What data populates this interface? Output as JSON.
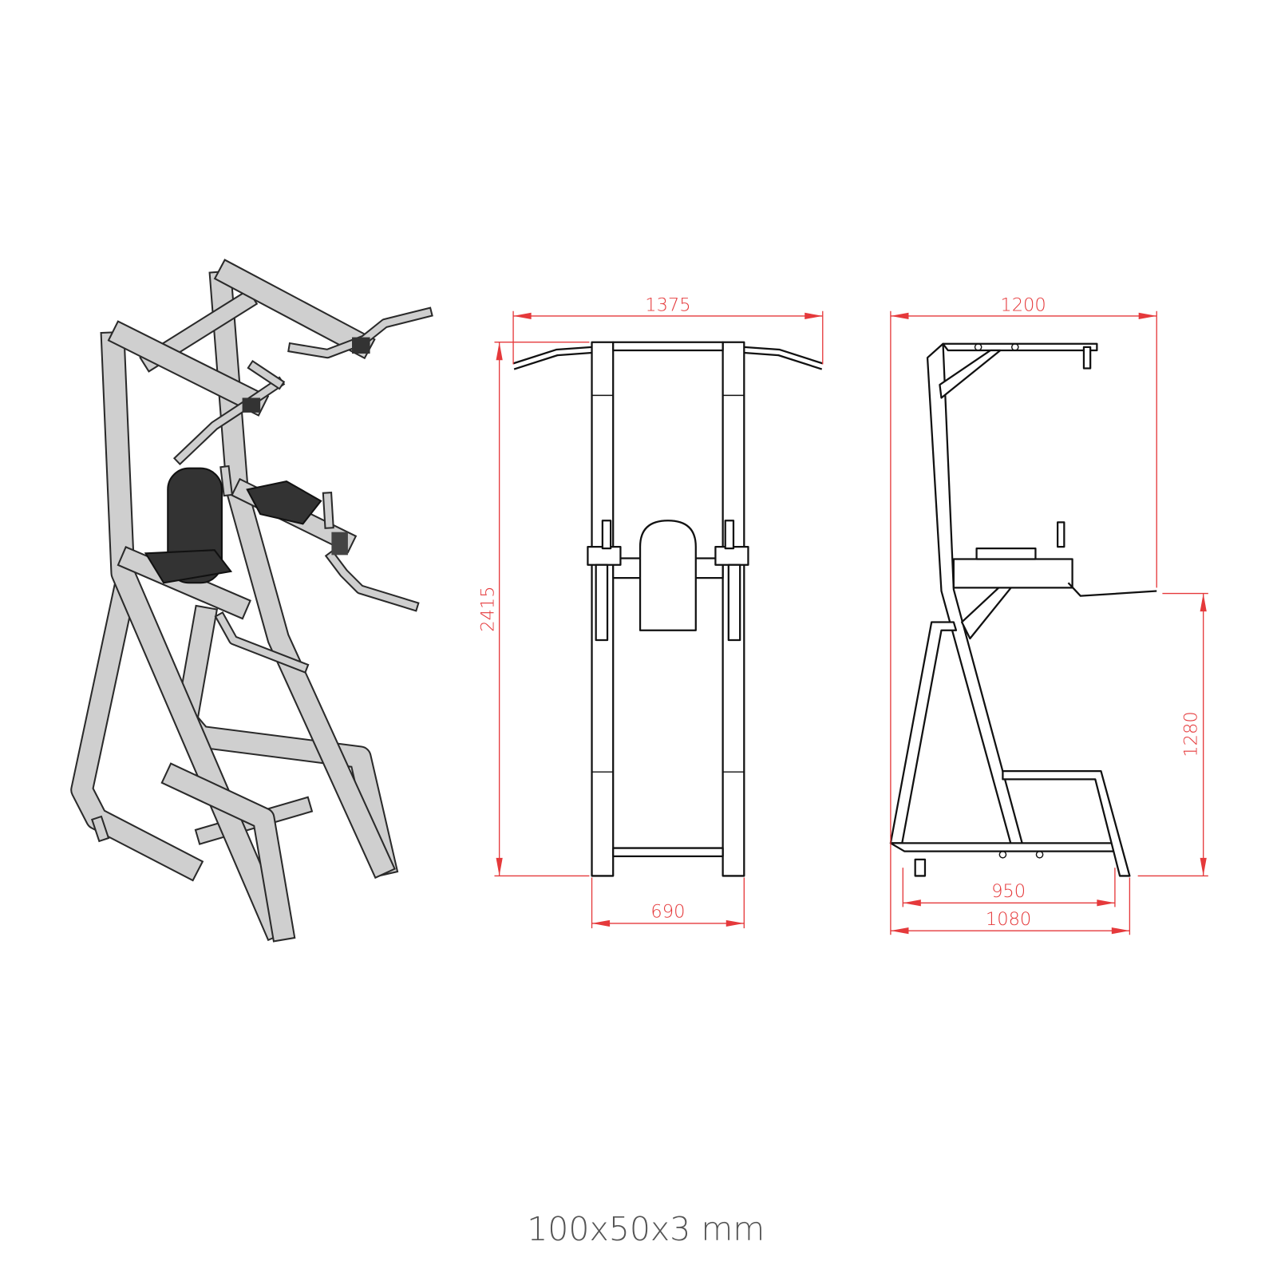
{
  "dimensions": {
    "front_width": "1375",
    "height": "2415",
    "front_base_width": "690",
    "side_depth": "1200",
    "handle_height": "1280",
    "side_inner_base": "950",
    "side_base": "1080"
  },
  "caption": "100x50x3 mm",
  "colors": {
    "dimension": "#e5393b",
    "frame_iso": "#cfcfcf",
    "pad": "#333333",
    "outline": "#111111"
  }
}
